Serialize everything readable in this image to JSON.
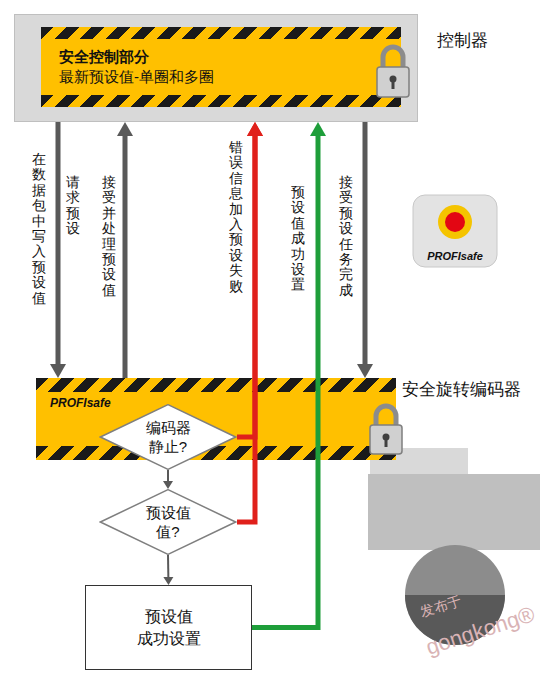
{
  "diagram": {
    "nodes": [
      {
        "text": [
          "控制器"
        ]
      },
      {
        "text": [
          "安全控制部分",
          "最新预设值-单圈和多圈"
        ],
        "in": 0
      },
      {
        "text": [
          "PROFIsafe",
          "安全旋转编码器"
        ]
      },
      {
        "text": [
          "编码器 静止?"
        ]
      },
      {
        "text": [
          "预设值 值?"
        ]
      },
      {
        "text": [
          "预设值 成功设置"
        ]
      },
      {
        "text": [
          "PROFIsafe"
        ]
      }
    ],
    "edges": [
      {
        "from": 0,
        "to": 2,
        "arrow": "to",
        "label": "在数据包中写入预设值"
      },
      {
        "from": 2,
        "to": 0,
        "arrow": "to",
        "label": "接受并处理预设值"
      },
      {
        "from": 3,
        "to": 0,
        "arrow": "to",
        "label": "错误信息加入预设失败"
      },
      {
        "from": 4,
        "to": 0,
        "arrow": "to"
      },
      {
        "from": 5,
        "to": 0,
        "arrow": "to",
        "label": "预设值成功设置"
      },
      {
        "from": 0,
        "to": 2,
        "arrow": "to",
        "label": "接受预设任务完成"
      },
      {
        "from": 3,
        "to": 4,
        "arrow": "to"
      },
      {
        "from": 4,
        "to": 5,
        "arrow": "to"
      }
    ],
    "labels": [
      "请求预设",
      "发布于",
      "gongkong®"
    ]
  }
}
